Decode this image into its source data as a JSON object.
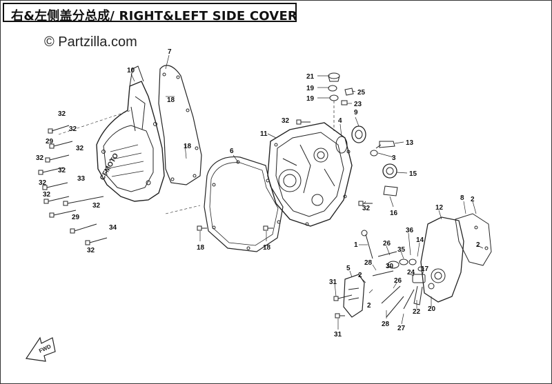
{
  "title": "右&左侧盖分总成/ RIGHT&LEFT SIDE COVER",
  "copyright": "© Partzilla.com",
  "colors": {
    "line": "#222222",
    "accent": "#111111"
  },
  "labels": [
    {
      "id": "p10",
      "text": "10"
    },
    {
      "id": "p7",
      "text": "7"
    },
    {
      "id": "p18a",
      "text": "18"
    },
    {
      "id": "p18b",
      "text": "18"
    },
    {
      "id": "p32a",
      "text": "32"
    },
    {
      "id": "p32b",
      "text": "32"
    },
    {
      "id": "p29a",
      "text": "29"
    },
    {
      "id": "p32c",
      "text": "32"
    },
    {
      "id": "p32d",
      "text": "32"
    },
    {
      "id": "p32e",
      "text": "32"
    },
    {
      "id": "p32f",
      "text": "32"
    },
    {
      "id": "p33",
      "text": "33"
    },
    {
      "id": "p32g",
      "text": "32"
    },
    {
      "id": "p32h",
      "text": "32"
    },
    {
      "id": "p29b",
      "text": "29"
    },
    {
      "id": "p34",
      "text": "34"
    },
    {
      "id": "p32i",
      "text": "32"
    },
    {
      "id": "p6",
      "text": "6"
    },
    {
      "id": "p18c",
      "text": "18"
    },
    {
      "id": "p18d",
      "text": "18"
    },
    {
      "id": "p21",
      "text": "21"
    },
    {
      "id": "p19a",
      "text": "19"
    },
    {
      "id": "p19b",
      "text": "19"
    },
    {
      "id": "p25",
      "text": "25"
    },
    {
      "id": "p23",
      "text": "23"
    },
    {
      "id": "p9",
      "text": "9"
    },
    {
      "id": "p32j",
      "text": "32"
    },
    {
      "id": "p11",
      "text": "11"
    },
    {
      "id": "p4",
      "text": "4"
    },
    {
      "id": "p13",
      "text": "13"
    },
    {
      "id": "p3",
      "text": "3"
    },
    {
      "id": "p15",
      "text": "15"
    },
    {
      "id": "p32k",
      "text": "32"
    },
    {
      "id": "p16",
      "text": "16"
    },
    {
      "id": "p8",
      "text": "8"
    },
    {
      "id": "p2a",
      "text": "2"
    },
    {
      "id": "p12",
      "text": "12"
    },
    {
      "id": "p2b",
      "text": "2"
    },
    {
      "id": "p36",
      "text": "36"
    },
    {
      "id": "p14",
      "text": "14"
    },
    {
      "id": "p1",
      "text": "1"
    },
    {
      "id": "p26a",
      "text": "26"
    },
    {
      "id": "p35",
      "text": "35"
    },
    {
      "id": "p28a",
      "text": "28"
    },
    {
      "id": "p30",
      "text": "30"
    },
    {
      "id": "p24",
      "text": "24"
    },
    {
      "id": "p17",
      "text": "17"
    },
    {
      "id": "p5",
      "text": "5"
    },
    {
      "id": "p2c",
      "text": "2"
    },
    {
      "id": "p31a",
      "text": "31"
    },
    {
      "id": "p26b",
      "text": "26"
    },
    {
      "id": "p2d",
      "text": "2"
    },
    {
      "id": "p22",
      "text": "22"
    },
    {
      "id": "p20",
      "text": "20"
    },
    {
      "id": "p28b",
      "text": "28"
    },
    {
      "id": "p27",
      "text": "27"
    },
    {
      "id": "p31b",
      "text": "31"
    }
  ],
  "emblem_text": "CFMOTO",
  "arrow_text": "FWD"
}
